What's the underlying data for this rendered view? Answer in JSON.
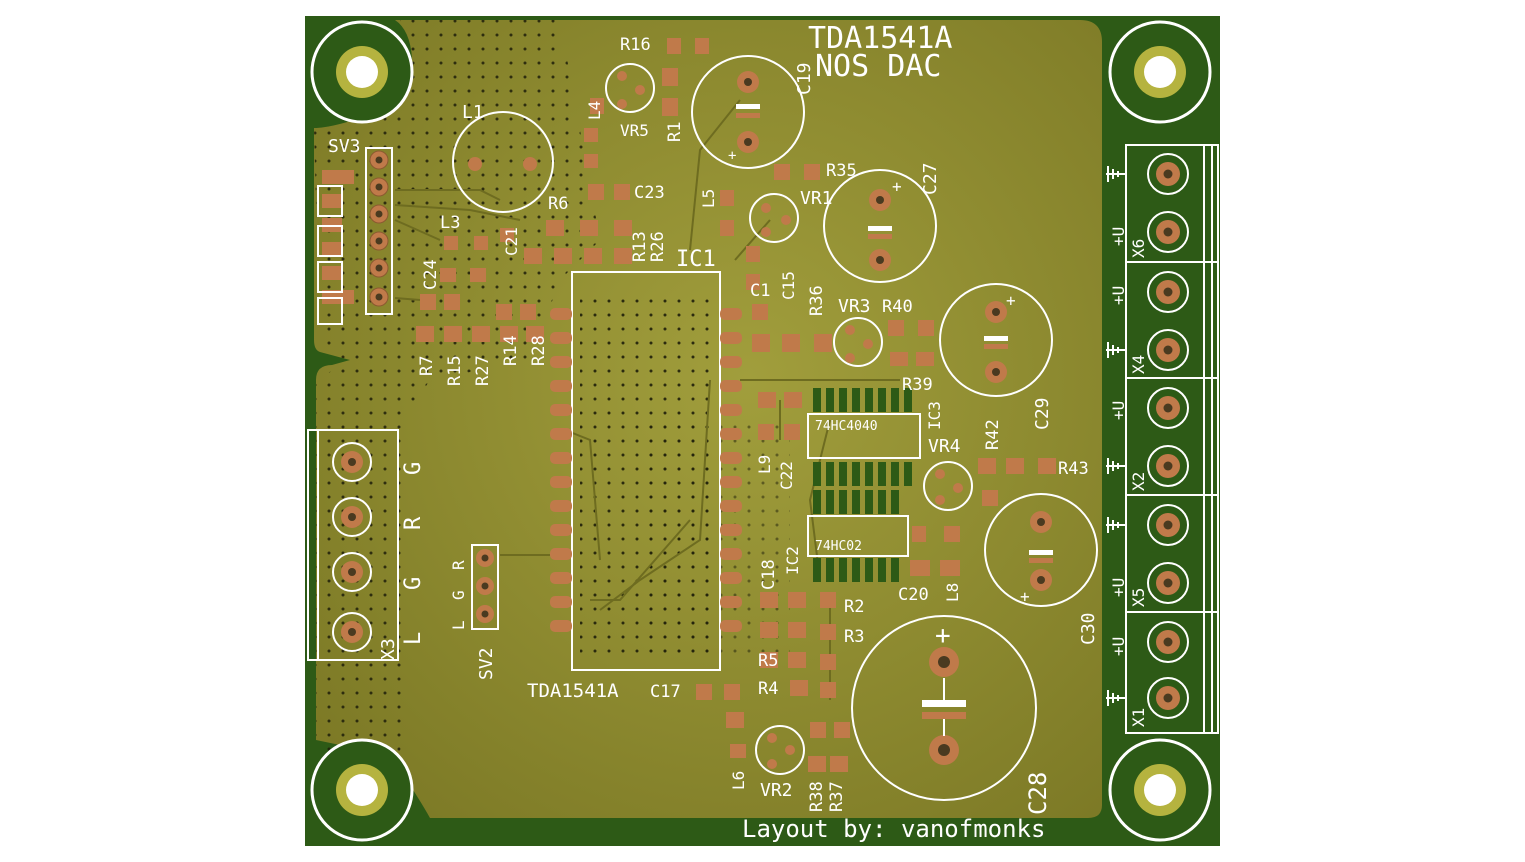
{
  "board": {
    "title_line1": "TDA1541A",
    "title_line2": "NOS DAC",
    "credit": "Layout by: vanofmonks",
    "colors": {
      "background": "#ffffff",
      "board_green": "#2d5a16",
      "copper_fill": "#8f8d2e",
      "pad": "#c07a4a",
      "silkscreen": "#ffffff",
      "ic_body": "#2d5a16",
      "trace": "#7c7a26"
    }
  },
  "labels": {
    "sv3": "SV3",
    "sv2": "SV2",
    "l1": "L1",
    "l3": "L3",
    "l4": "L4",
    "l5": "L5",
    "l6": "L6",
    "l8": "L8",
    "l9": "L9",
    "r1": "R1",
    "r2": "R2",
    "r3": "R3",
    "r4": "R4",
    "r5": "R5",
    "r6": "R6",
    "r7": "R7",
    "r13": "R13",
    "r14": "R14",
    "r15": "R15",
    "r16": "R16",
    "r26": "R26",
    "r27": "R27",
    "r28": "R28",
    "r35": "R35",
    "r36": "R36",
    "r37": "R37",
    "r38": "R38",
    "r39": "R39",
    "r40": "R40",
    "r42": "R42",
    "r43": "R43",
    "c1": "C1",
    "c15": "C15",
    "c17": "C17",
    "c18": "C18",
    "c19": "C19",
    "c20": "C20",
    "c21": "C21",
    "c22": "C22",
    "c23": "C23",
    "c24": "C24",
    "c27": "C27",
    "c28": "C28",
    "c29": "C29",
    "c30": "C30",
    "vr1": "VR1",
    "vr2": "VR2",
    "vr3": "VR3",
    "vr4": "VR4",
    "vr5": "VR5",
    "ic1": "IC1",
    "ic1_part": "TDA1541A",
    "ic2": "IC2",
    "ic2_part": "74HC02",
    "ic3": "IC3",
    "ic3_part": "74HC4040",
    "x1": "X1",
    "x2": "X2",
    "x3": "X3",
    "x4": "X4",
    "x5": "X5",
    "x6": "X6",
    "plus_u": "+U",
    "pin_l": "L",
    "pin_g": "G",
    "pin_r": "R",
    "plus": "+"
  }
}
